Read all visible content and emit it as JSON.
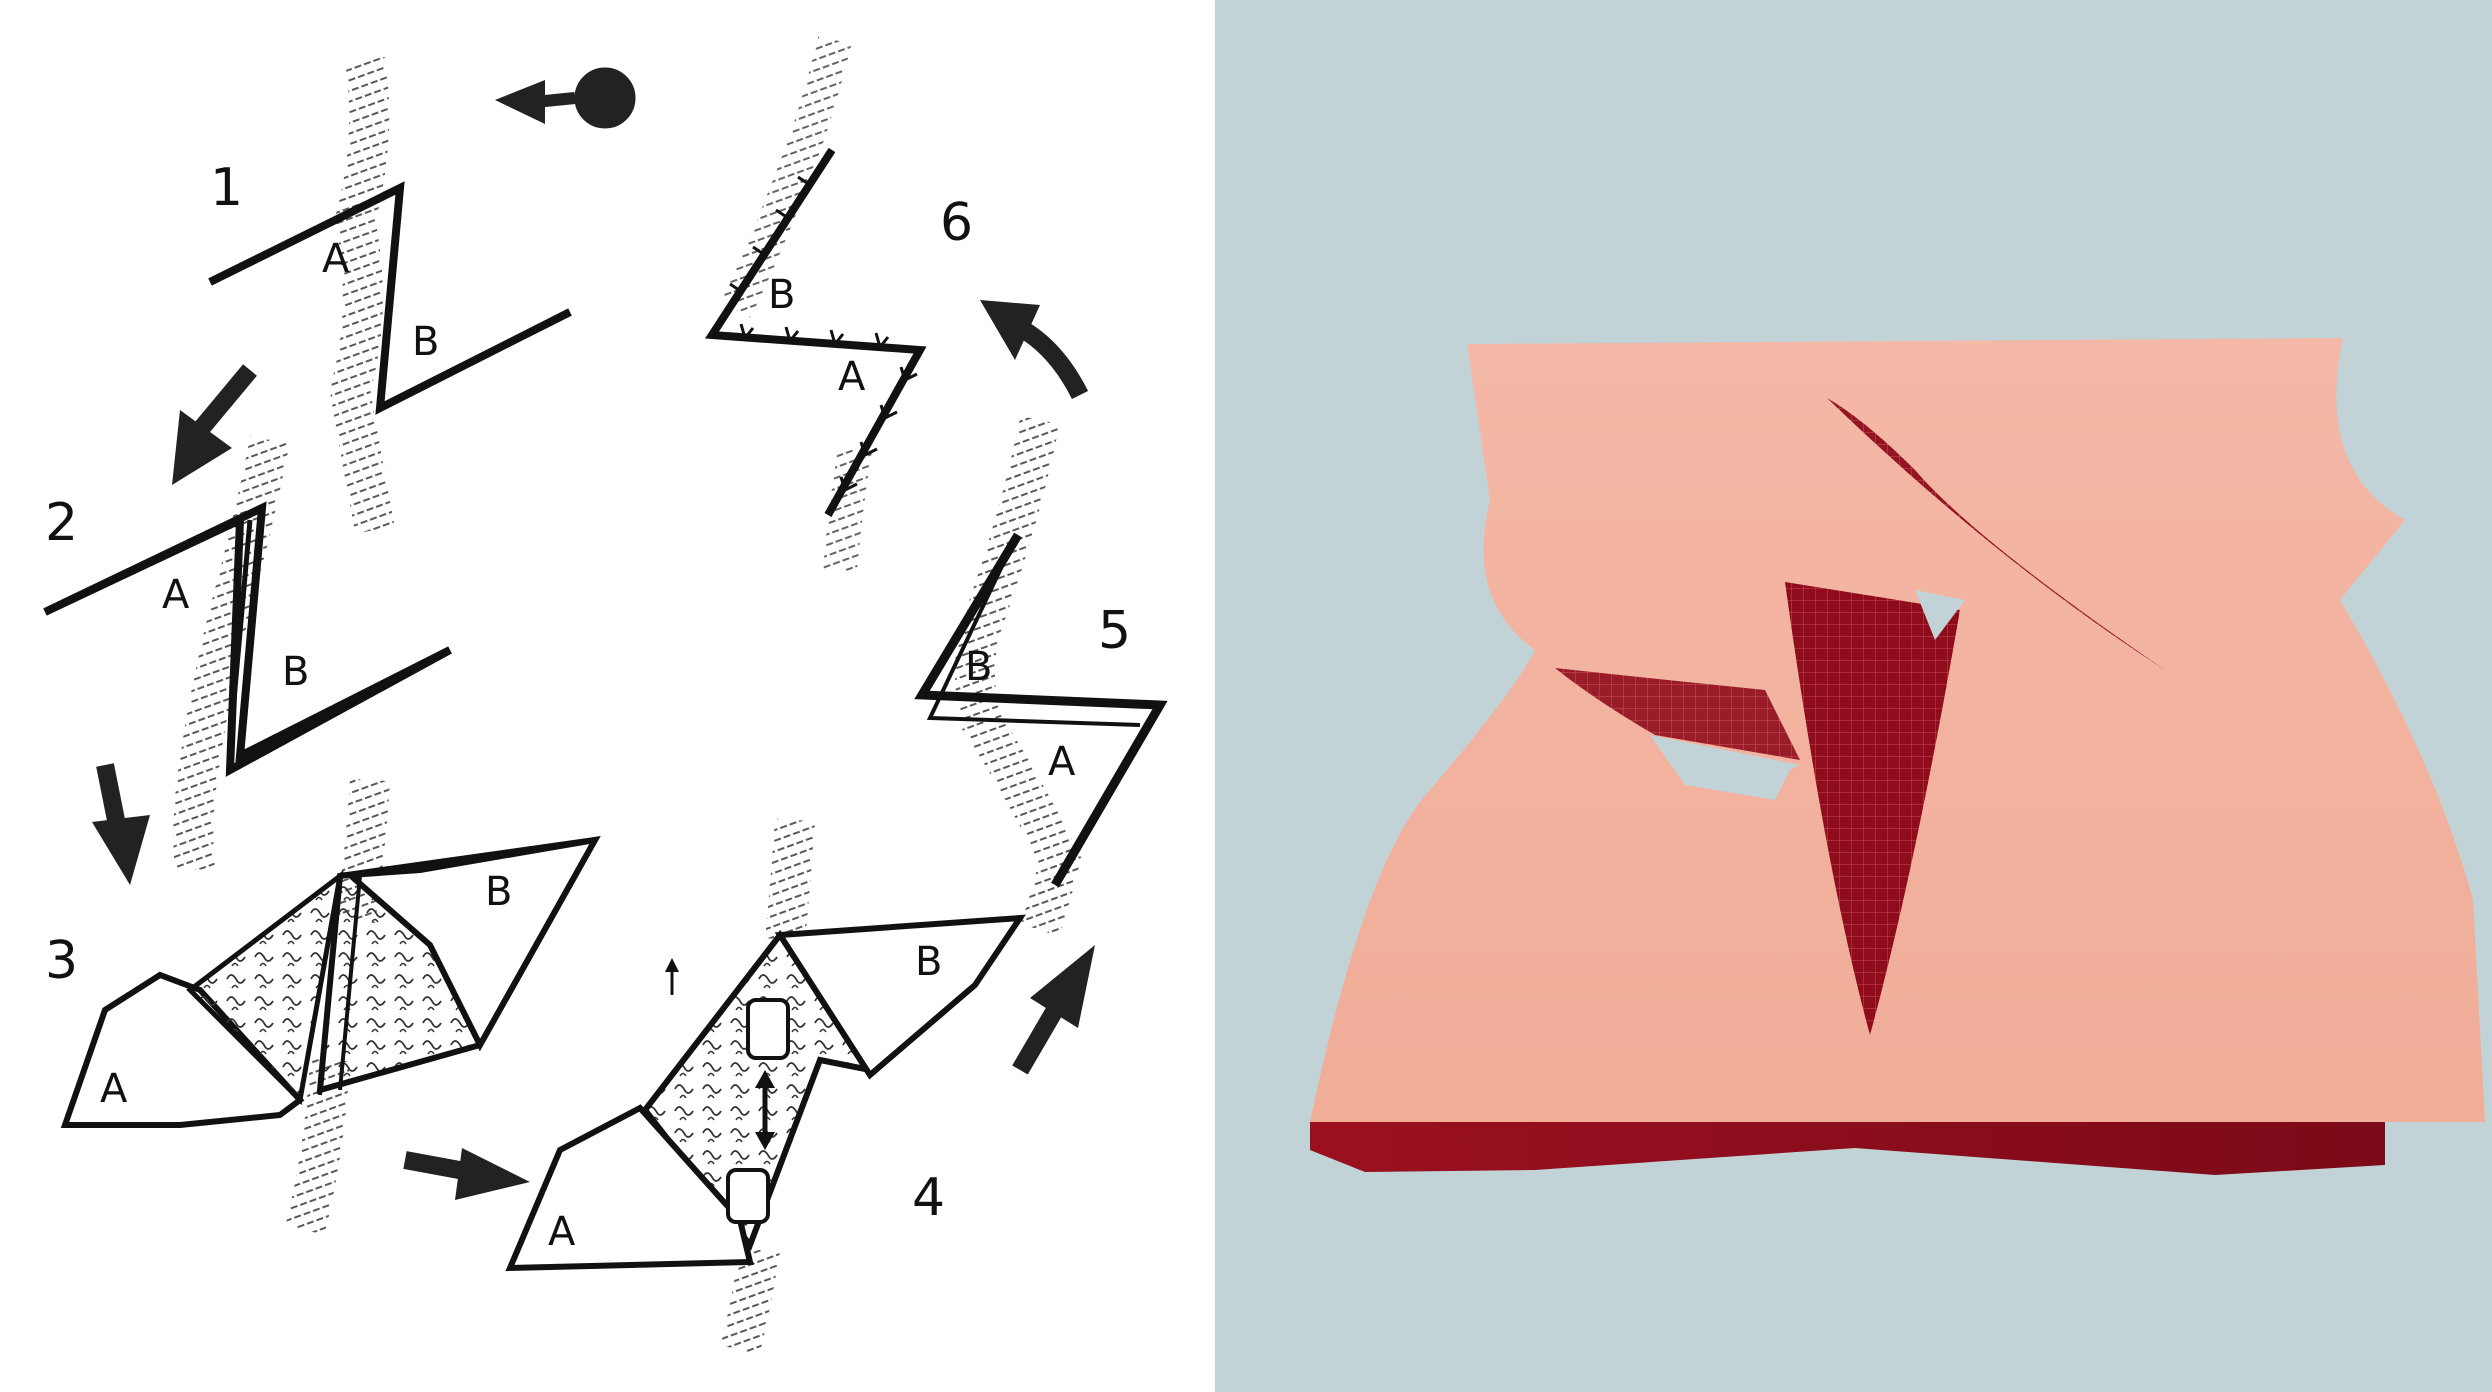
{
  "sketch": {
    "steps": [
      "1",
      "2",
      "3",
      "4",
      "5",
      "6"
    ],
    "flap_a": "A",
    "flap_b": "B"
  },
  "colors": {
    "ink": "#111111",
    "right_background": "#c2d3d8",
    "skin": "#f2b3a0",
    "tissue": "#8e0c1c"
  }
}
